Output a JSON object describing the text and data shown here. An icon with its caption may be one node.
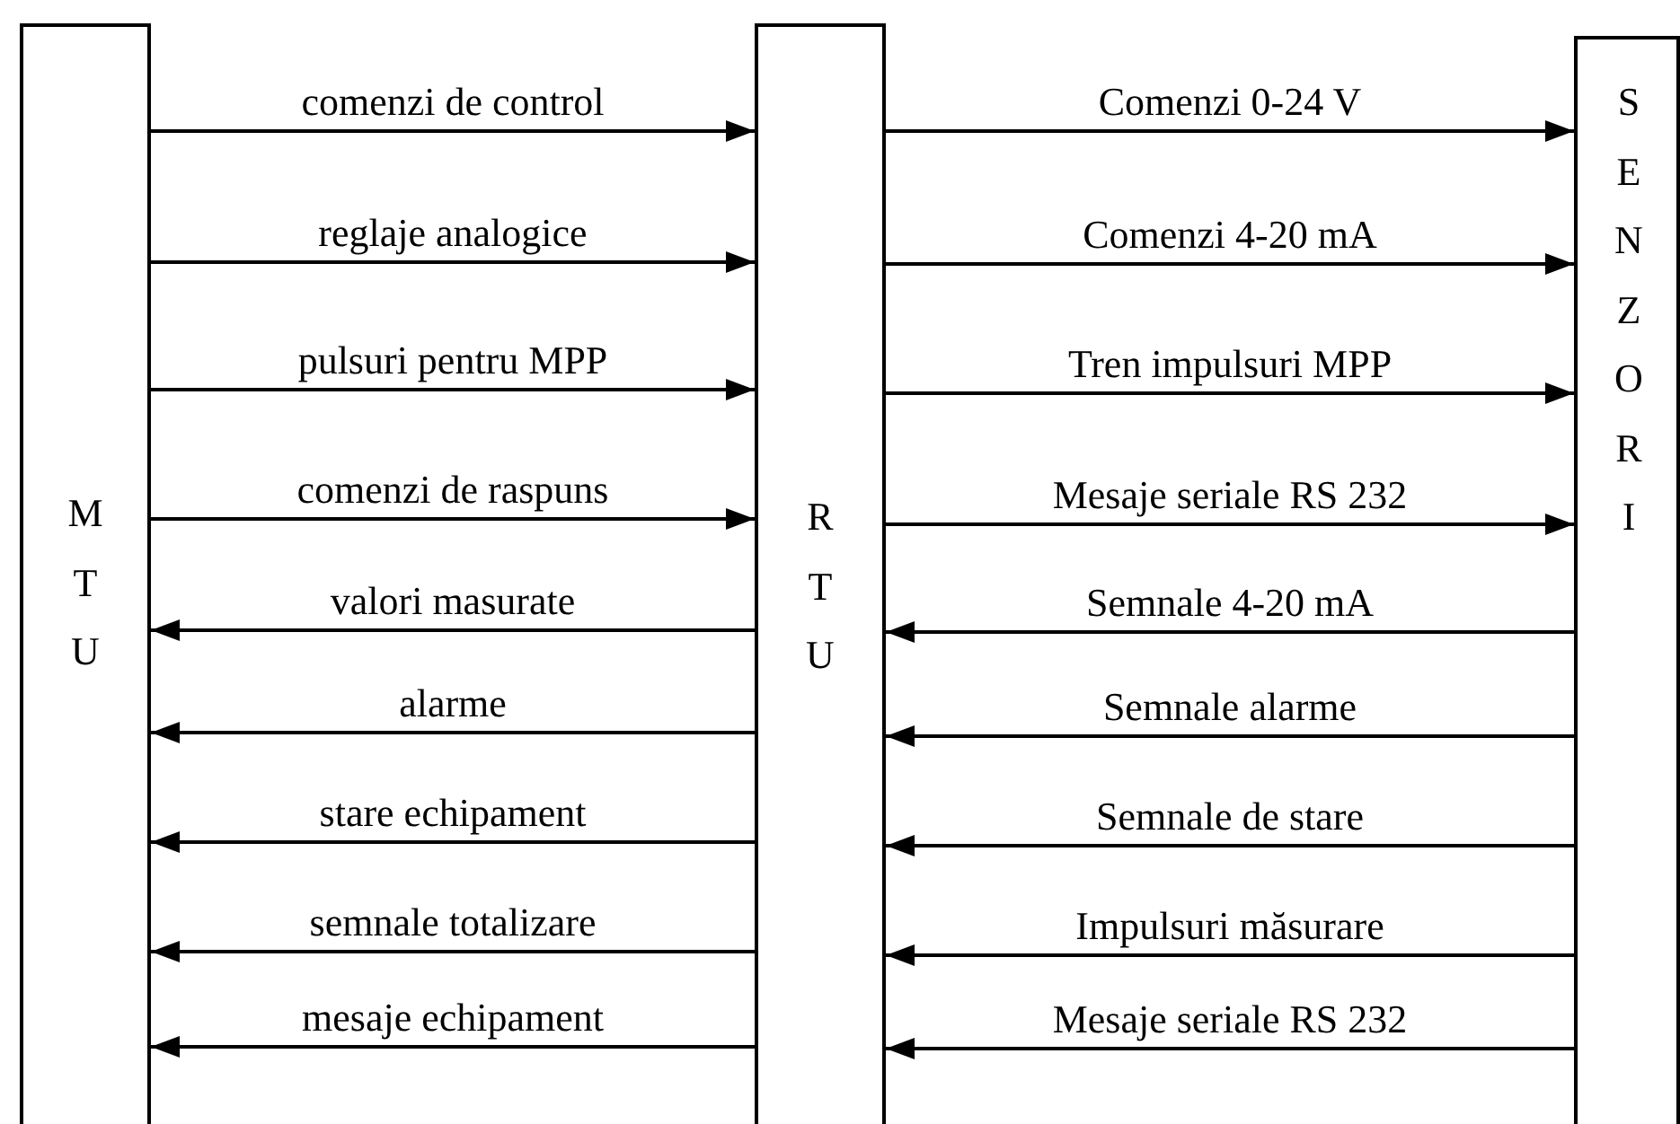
{
  "diagram": {
    "nodes": [
      {
        "text": [
          "MTU"
        ]
      },
      {
        "text": [
          "RTU"
        ]
      },
      {
        "text": [
          "SENZORI"
        ]
      }
    ],
    "edges": [
      {
        "from": 0,
        "to": 1,
        "arrow": "to",
        "label": "comenzi de control"
      },
      {
        "from": 0,
        "to": 1,
        "arrow": "to",
        "label": "reglaje analogice"
      },
      {
        "from": 0,
        "to": 1,
        "arrow": "to",
        "label": "pulsuri pentru MPP"
      },
      {
        "from": 0,
        "to": 1,
        "arrow": "to",
        "label": "comenzi de raspuns"
      },
      {
        "from": 1,
        "to": 0,
        "arrow": "to",
        "label": "valori masurate"
      },
      {
        "from": 1,
        "to": 0,
        "arrow": "to",
        "label": "alarme"
      },
      {
        "from": 1,
        "to": 0,
        "arrow": "to",
        "label": "stare echipament"
      },
      {
        "from": 1,
        "to": 0,
        "arrow": "to",
        "label": "semnale totalizare"
      },
      {
        "from": 1,
        "to": 0,
        "arrow": "to",
        "label": "mesaje echipament"
      },
      {
        "from": 1,
        "to": 2,
        "arrow": "to",
        "label": "Comenzi 0-24 V"
      },
      {
        "from": 1,
        "to": 2,
        "arrow": "to",
        "label": "Comenzi 4-20 mA"
      },
      {
        "from": 1,
        "to": 2,
        "arrow": "to",
        "label": "Tren impulsuri MPP"
      },
      {
        "from": 1,
        "to": 2,
        "arrow": "to",
        "label": "Mesaje seriale RS 232"
      },
      {
        "from": 2,
        "to": 1,
        "arrow": "to",
        "label": "Semnale 4-20 mA"
      },
      {
        "from": 2,
        "to": 1,
        "arrow": "to",
        "label": "Semnale alarme"
      },
      {
        "from": 2,
        "to": 1,
        "arrow": "to",
        "label": "Semnale de stare"
      },
      {
        "from": 2,
        "to": 1,
        "arrow": "to",
        "label": "Impulsuri măsurare"
      },
      {
        "from": 2,
        "to": 1,
        "arrow": "to",
        "label": "Mesaje seriale RS 232"
      }
    ]
  }
}
